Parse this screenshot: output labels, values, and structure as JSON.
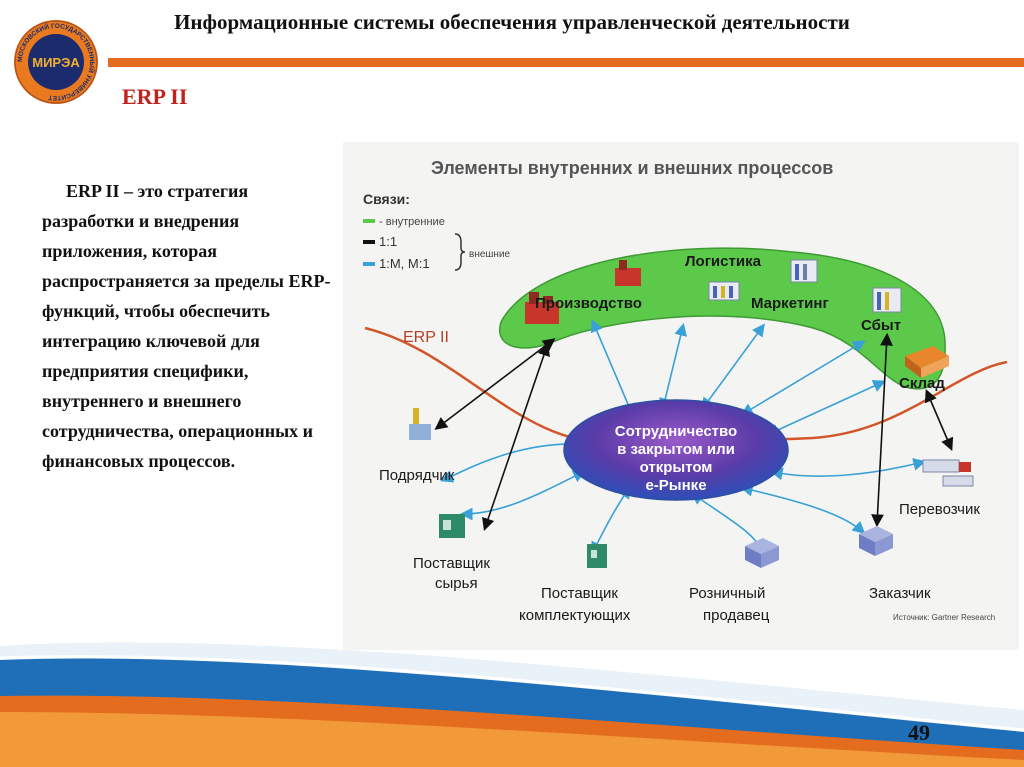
{
  "header": {
    "title": "Информационные системы обеспечения управленческой деятельности"
  },
  "logo": {
    "ring_text": "МОСКОВСКИЙ ГОСУДАРСТВЕННЫЙ УНИВЕРСИТЕТ",
    "name": "МИРЭА"
  },
  "subtitle": "ERP II",
  "body_text": "ERP II – это стратегия разработки и внедрения приложения, которая распространяется за пределы ERP-функций, чтобы обеспечить интеграцию ключевой для предприятия специфики, внутреннего и внешнего сотрудничества, операционных и финансовых процессов.",
  "diagram": {
    "title": "Элементы внутренних и внешних процессов",
    "legend": {
      "heading": "Связи:",
      "internal": "- внутренние",
      "one_to_one": "1:1",
      "one_to_many": "1:M, M:1",
      "external": "внешние"
    },
    "erp_label": "ERP II",
    "internal_nodes": {
      "production": "Производство",
      "logistics": "Логистика",
      "marketing": "Маркетинг",
      "sales": "Сбыт",
      "warehouse": "Склад"
    },
    "hub": [
      "Сотрудничество",
      "в закрытом или",
      "открытом",
      "е-Рынке"
    ],
    "external_nodes": {
      "contractor": "Подрядчик",
      "raw_supplier": [
        "Поставщик",
        "сырья"
      ],
      "component_supplier": [
        "Поставщик",
        "комплектующих"
      ],
      "retailer": [
        "Розничный",
        "продавец"
      ],
      "customer": "Заказчик",
      "carrier": "Перевозчик"
    },
    "source": "Источник: Gartner Research"
  },
  "colors": {
    "accent_orange": "#e46c1e",
    "title_red": "#c0231c",
    "internal_green": "#5cc94b",
    "link_blue": "#3aa0d8",
    "hub_purple": "#6a3fa0",
    "wave_blue": "#1f6fb8"
  },
  "page_number": "49"
}
